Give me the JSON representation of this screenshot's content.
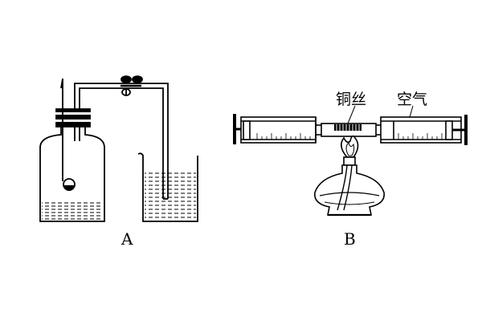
{
  "figure": {
    "apparatus_a": {
      "label": "A"
    },
    "apparatus_b": {
      "label": "B",
      "copper_wire_label": "铜丝",
      "air_label": "空气"
    }
  }
}
